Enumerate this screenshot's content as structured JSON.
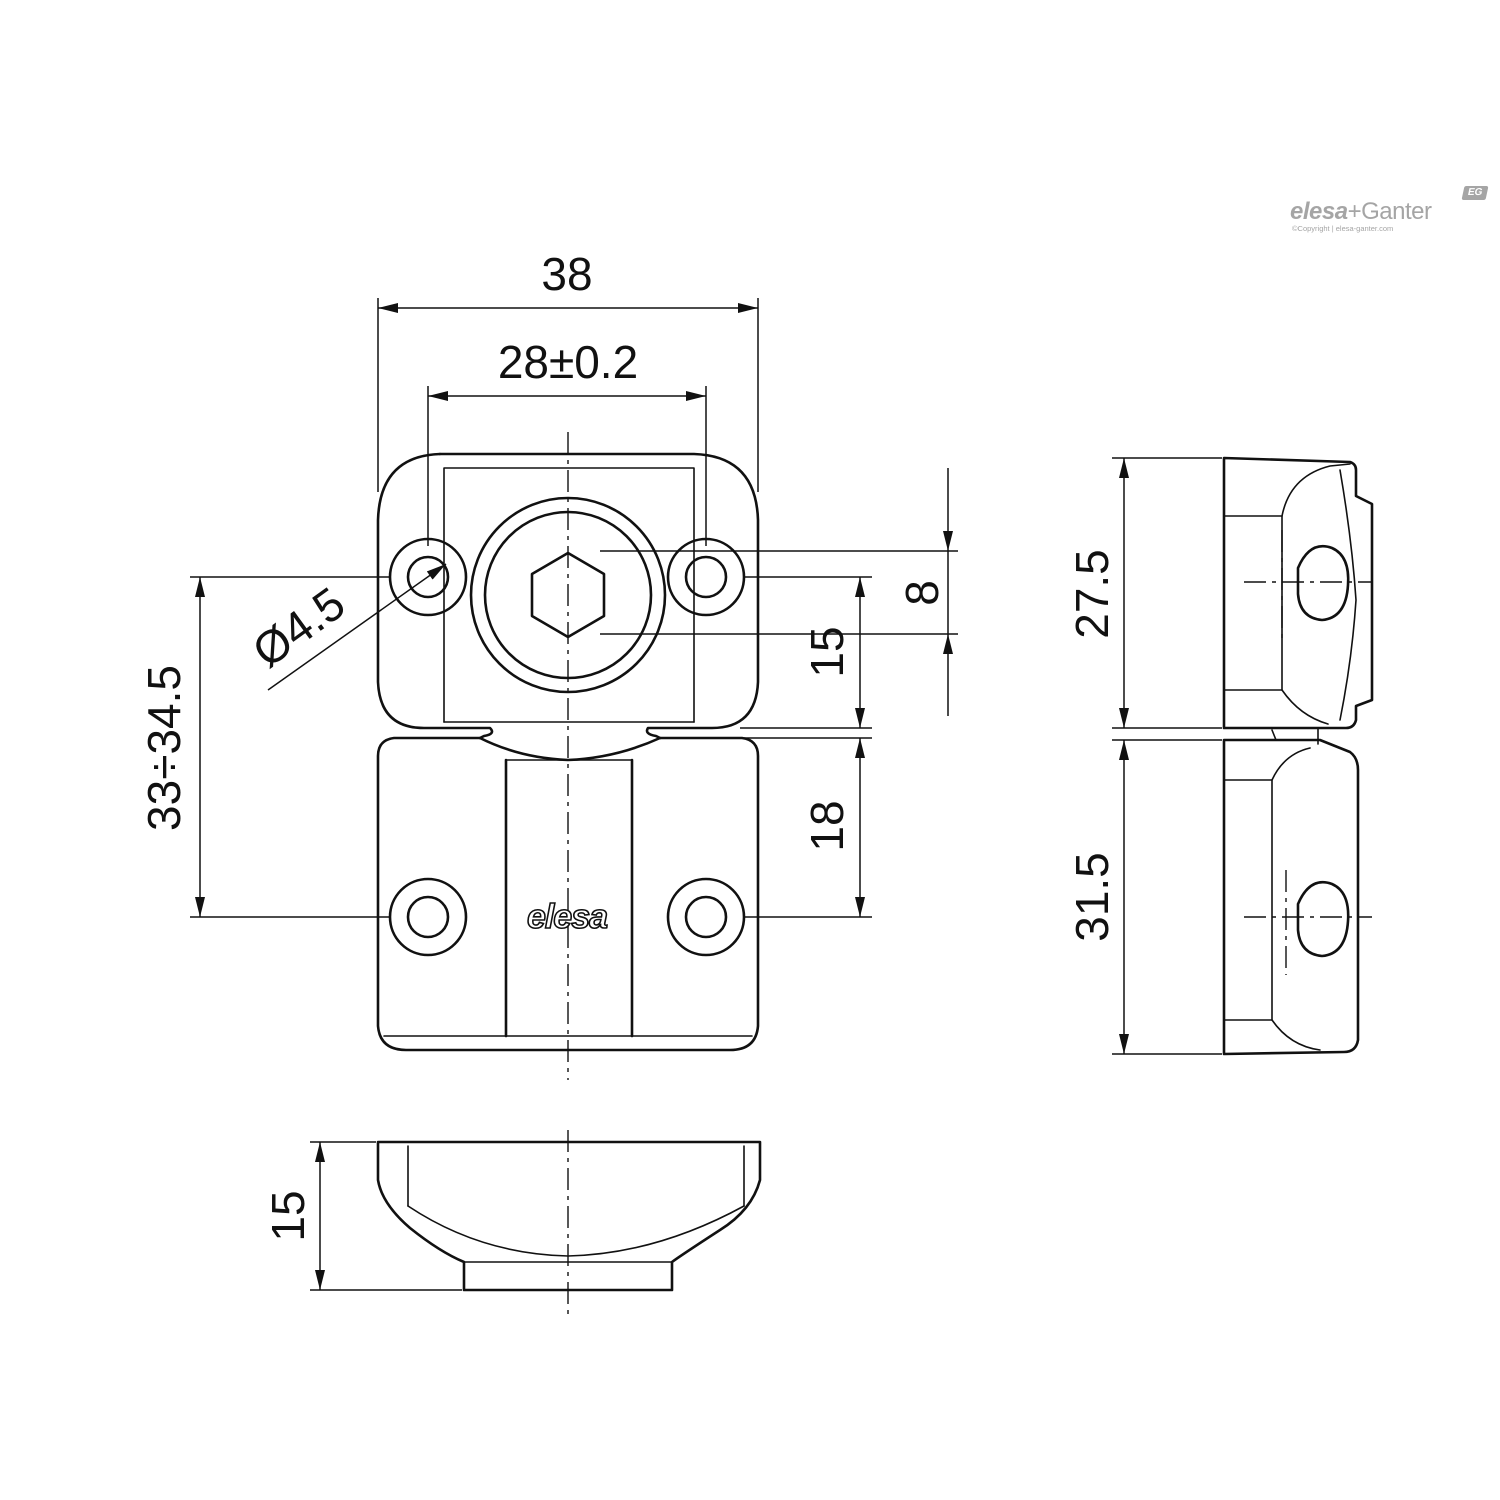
{
  "brand": {
    "logo_word_1": "elesa",
    "logo_separator": "+",
    "logo_word_2": "Ganter",
    "logo_badge": "EG",
    "copyright": "©Copyright | elesa-ganter.com",
    "accent_color": "#a5a5a5"
  },
  "part_marking": "elesa",
  "dimensions": {
    "overall_width": "38",
    "hole_spacing": "28±0.2",
    "hole_diameter": "Ø4.5",
    "mounting_center_distance": "33÷34.5",
    "upper_hole_to_joint": "15",
    "hex_offset": "8",
    "lower_hole_to_joint": "18",
    "side_upper_height": "27.5",
    "side_lower_height": "31.5",
    "bottom_thickness": "15"
  }
}
